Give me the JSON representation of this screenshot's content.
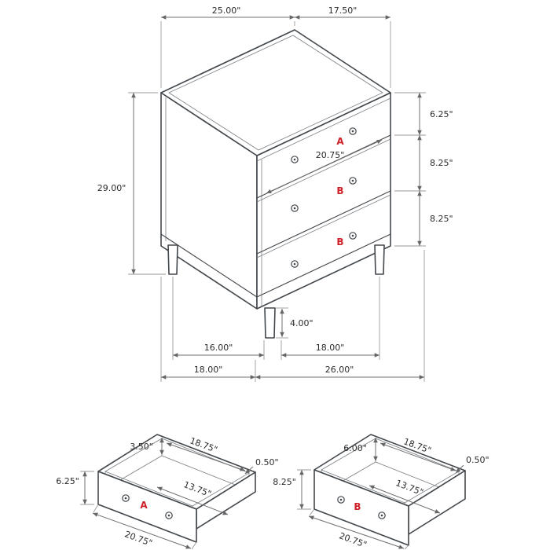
{
  "colors": {
    "object_line": "#42474c",
    "dimension_line": "#707070",
    "dimension_text": "#2b2b2b",
    "drawer_label_red": "#cd2027"
  },
  "main_view": {
    "dim_top_left": "25.00\"",
    "dim_top_right": "17.50\"",
    "dim_height": "29.00\"",
    "dim_drawer_a_height": "6.25\"",
    "dim_drawer_b1_height": "8.25\"",
    "dim_drawer_b2_height": "8.25\"",
    "dim_inner_width": "20.75\"",
    "dim_leg_height": "4.00\"",
    "dim_leg_span_side": "16.00\"",
    "dim_leg_span_front": "18.00\"",
    "dim_base_depth": "18.00\"",
    "dim_base_width": "26.00\"",
    "label_a": "A",
    "label_b1": "B",
    "label_b2": "B"
  },
  "drawer_a": {
    "label": "A",
    "dim_front_height": "6.25\"",
    "dim_side_height": "3.50\"",
    "dim_inner_depth": "18.75\"",
    "dim_wall_thickness": "0.50\"",
    "dim_inner_width": "13.75\"",
    "dim_outer_width": "20.75\""
  },
  "drawer_b": {
    "label": "B",
    "dim_front_height": "8.25\"",
    "dim_side_height": "6.00\"",
    "dim_inner_depth": "18.75\"",
    "dim_wall_thickness": "0.50\"",
    "dim_inner_width": "13.75\"",
    "dim_outer_width": "20.75\""
  }
}
